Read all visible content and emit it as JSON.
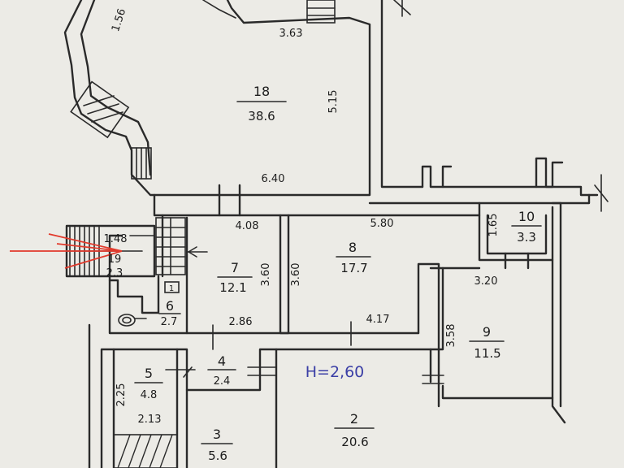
{
  "rooms": [
    {
      "id": "r18",
      "number": "18",
      "area": "38.6"
    },
    {
      "id": "r7",
      "number": "7",
      "area": "12.1"
    },
    {
      "id": "r8",
      "number": "8",
      "area": "17.7"
    },
    {
      "id": "r10",
      "number": "10",
      "area": "3.3"
    },
    {
      "id": "r19",
      "number": "19",
      "area": "2.3"
    },
    {
      "id": "r6",
      "number": "6",
      "area": "2.7"
    },
    {
      "id": "r9",
      "number": "9",
      "area": "11.5"
    },
    {
      "id": "r5",
      "number": "5",
      "area": "4.8"
    },
    {
      "id": "r4",
      "number": "4",
      "area": "2.4"
    },
    {
      "id": "r3",
      "number": "3",
      "area": "5.6"
    },
    {
      "id": "r2",
      "number": "2",
      "area": "20.6"
    }
  ],
  "dimensions": {
    "d156": "1.56",
    "d363": "3.63",
    "d515": "5.15",
    "d640": "6.40",
    "d408": "4.08",
    "d580": "5.80",
    "d165": "1.65",
    "d148": "1.48",
    "d360a": "3.60",
    "d360b": "3.60",
    "d320": "3.20",
    "d286": "2.86",
    "d417": "4.17",
    "d358": "3.58",
    "d225": "2.25",
    "d213": "2.13"
  },
  "ceiling_height": "H=2,60",
  "small_mark": "1",
  "colors": {
    "ink": "#2a2a2a",
    "annotation": "#3b3fa6",
    "arrow": "#e23a2c",
    "paper": "#ecebe6"
  }
}
